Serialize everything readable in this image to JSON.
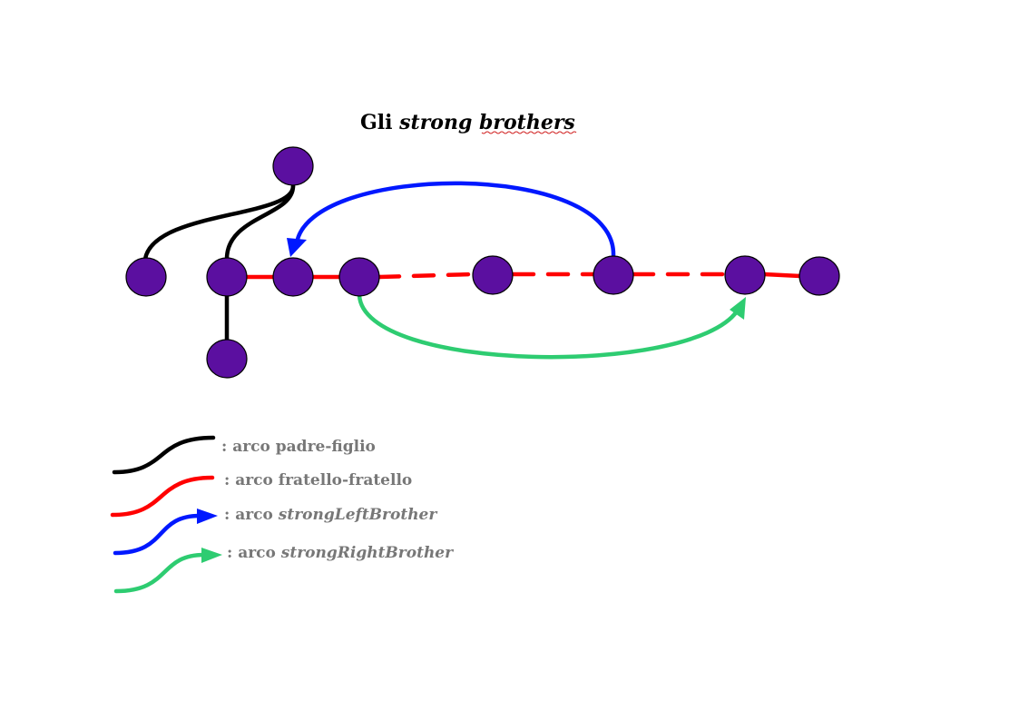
{
  "title": {
    "prefix": "Gli ",
    "emphasis": "strong brothers"
  },
  "colors": {
    "node_fill": "#5b0fa0",
    "parent_child": "#000000",
    "sibling": "#ff0000",
    "strong_left_brother": "#0018ff",
    "strong_right_brother": "#2ecc71",
    "legend_text": "#777777"
  },
  "legend": [
    {
      "kind": "parent_child",
      "prefix": ": arco ",
      "label": "padre-figlio",
      "italic": false
    },
    {
      "kind": "sibling",
      "prefix": ": arco ",
      "label": "fratello-fratello",
      "italic": false
    },
    {
      "kind": "strong_left_brother",
      "prefix": ": arco ",
      "label": "strongLeftBrother",
      "italic": true
    },
    {
      "kind": "strong_right_brother",
      "prefix": ": arco ",
      "label": "strongRightBrother",
      "italic": true
    }
  ]
}
